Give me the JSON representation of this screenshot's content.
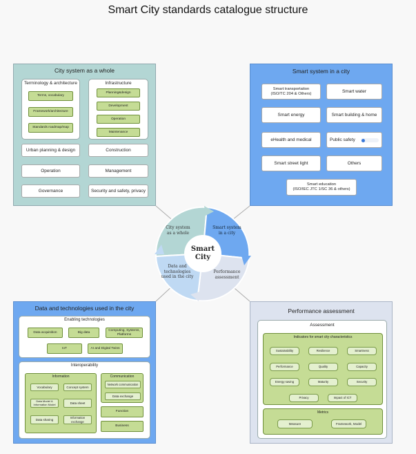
{
  "title": "Smart City standards catalogue structure",
  "center": {
    "label": "Smart\nCity",
    "segments": [
      {
        "label": "City system\nas a whole"
      },
      {
        "label": "Smart system\nin a city"
      },
      {
        "label": "Performance\nassessment"
      },
      {
        "label": "Data and\ntechnologies\nused in the city"
      }
    ]
  },
  "city_system": {
    "title": "City system as a whole",
    "terminology": {
      "title": "Terminology & architecture",
      "items": [
        "Terms, vocabulary",
        "Framework/architecture",
        "Standards roadmap/map"
      ]
    },
    "infrastructure": {
      "title": "Infrastructure",
      "items": [
        "Planning&design",
        "Development",
        "Operation",
        "Maintenance"
      ]
    },
    "items": [
      "Urban planning & design",
      "Construction",
      "Operation",
      "Management",
      "Governance",
      "Security and safety, privacy"
    ]
  },
  "smart_system": {
    "title": "Smart system in a city",
    "items": [
      "Smart transportation\n(ISO/TC 204 & Others)",
      "Smart water",
      "Smart energy",
      "Smart building & home",
      "eHealth and medical",
      "Public safety",
      "Smart street light",
      "Others",
      "Smart education\n(ISO/IEC JTC 1/SC 36 & others)"
    ]
  },
  "data_tech": {
    "title": "Data and technologies used in the city",
    "enabling": {
      "title": "Enabling technologies",
      "items": [
        "Data acquisition",
        "Big data",
        "Computing, Systems,\nPlatforms",
        "IoT",
        "AI and Digital Twins"
      ]
    },
    "interop": {
      "title": "Interoperability",
      "information": {
        "title": "Information",
        "items": [
          "Vocabulary",
          "Concept system",
          "Data Model &\nInformation Model",
          "Data sheet",
          "Data sharing",
          "Information exchange"
        ]
      },
      "communication": {
        "title": "Communication",
        "items": [
          "Network communication",
          "Data exchange"
        ]
      },
      "function_label": "Function",
      "business_label": "Business"
    }
  },
  "performance": {
    "title": "Performance assessment",
    "assessment_title": "Assessment",
    "indicators": {
      "title": "Indicators for smart city characteristics",
      "items": [
        "Sustainability",
        "Resilience",
        "Smartness",
        "Performance",
        "Quality",
        "Capacity",
        "Energy saving",
        "Maturity",
        "Security",
        "Privacy",
        "Impact of ICT"
      ]
    },
    "metrics": {
      "title": "Metrics",
      "items": [
        "Measure",
        "Framework, Model"
      ]
    }
  }
}
